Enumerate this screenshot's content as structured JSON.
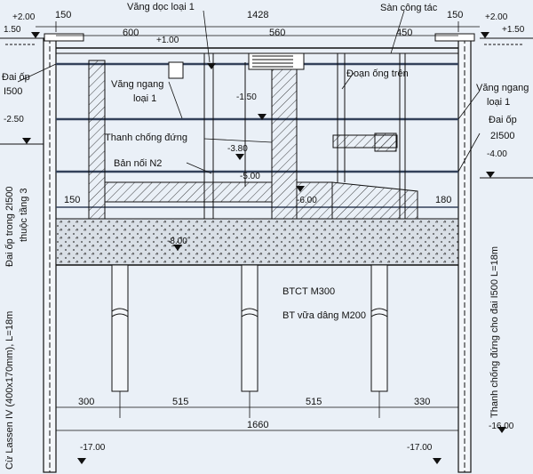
{
  "labels": {
    "vang_doc": "Văng dọc loại 1",
    "san_cong_tac": "Sàn công tác",
    "dai_op_left_1": "Đai ốp",
    "dai_op_left_2": "I500",
    "vang_ngang_left_1": "Văng ngang",
    "vang_ngang_left_2": "loại 1",
    "doan_ong_tren": "Đoạn ống trên",
    "vang_ngang_right_1": "Văng ngang",
    "vang_ngang_right_2": "loại 1",
    "dai_op_right_1": "Đai ốp",
    "dai_op_right_2": "2I500",
    "thanh_chong_dung": "Thanh chống đứng",
    "ban_noi": "Bản nối N2",
    "dai_op_trong_1": "Đai ốp trong 2I500",
    "dai_op_trong_2": "thuộc tầng 3",
    "btct": "BTCT M300",
    "bt_vua_dang": "BT vữa dâng M200",
    "cu_lassen": "Cừ Lassen IV (400x170mm), L=18m",
    "thanh_chong_right": "Thanh chống đứng cho đai I500 L=18m"
  },
  "elevations": {
    "top_left": "+2.00",
    "left_150": "1.50",
    "top_right": "+2.00",
    "right_150": "+1.50",
    "inner_100": "+1.00",
    "inner_m150": "-1.50",
    "left_m250": "-2.50",
    "right_m400": "-4.00",
    "inner_m380": "-3.80",
    "inner_m500": "-5.00",
    "inner_m600": "-6.00",
    "inner_m800": "-8.00",
    "right_m1600": "-16.00",
    "bottom_left": "-17.00",
    "bottom_right": "-17.00"
  },
  "dimensions": {
    "top_150_left": "150",
    "top_1428": "1428",
    "top_150_right": "150",
    "d600": "600",
    "d560": "560",
    "d450": "450",
    "d150_inner": "150",
    "d180_inner": "180",
    "b300": "300",
    "b515_a": "515",
    "b515_b": "515",
    "b330": "330",
    "b1660": "1660"
  },
  "colors": {
    "background": "#eaf0f7",
    "line": "#111111",
    "concrete": "#d9dfe6",
    "strut": "#33415a"
  }
}
